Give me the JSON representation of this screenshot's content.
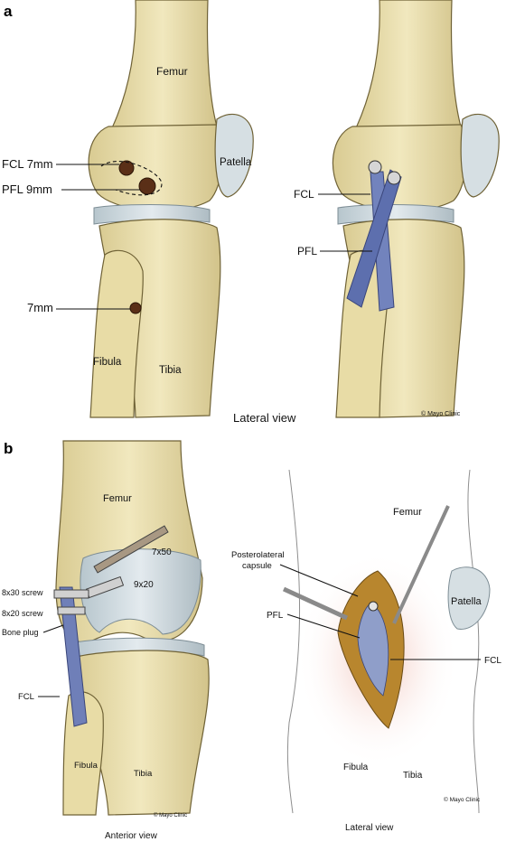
{
  "panel_a": {
    "letter": "a",
    "left": {
      "femur": "Femur",
      "fcl_tunnel": "FCL 7mm",
      "pfl_tunnel": "PFL 9mm",
      "patella": "Patella",
      "fibula_tunnel": "7mm",
      "fibula": "Fibula",
      "tibia": "Tibia"
    },
    "right": {
      "fcl": "FCL",
      "pfl": "PFL"
    },
    "caption": "Lateral view",
    "copyright": "© Mayo Clinic"
  },
  "panel_b": {
    "letter": "b",
    "left": {
      "femur": "Femur",
      "screw_7x50": "7x50",
      "screw_9x20": "9x20",
      "screw_8x30": "8x30 screw",
      "screw_8x20": "8x20 screw",
      "bone_plug": "Bone plug",
      "fcl": "FCL",
      "fibula": "Fibula",
      "tibia": "Tibia",
      "copyright": "© Mayo Clinic",
      "caption": "Anterior view"
    },
    "right": {
      "femur": "Femur",
      "posterolateral_1": "Posterolateral",
      "posterolateral_2": "capsule",
      "patella": "Patella",
      "pfl": "PFL",
      "fcl": "FCL",
      "fibula": "Fibula",
      "tibia": "Tibia",
      "copyright": "© Mayo Clinic",
      "caption": "Lateral view"
    }
  },
  "colors": {
    "bone": "#ede3b3",
    "bone_shade": "#cfc088",
    "cartilage": "#c9d6dc",
    "ligament": "#6f7fb8",
    "incision": "#b8862e",
    "skin_glow": "#f3cfc8"
  }
}
